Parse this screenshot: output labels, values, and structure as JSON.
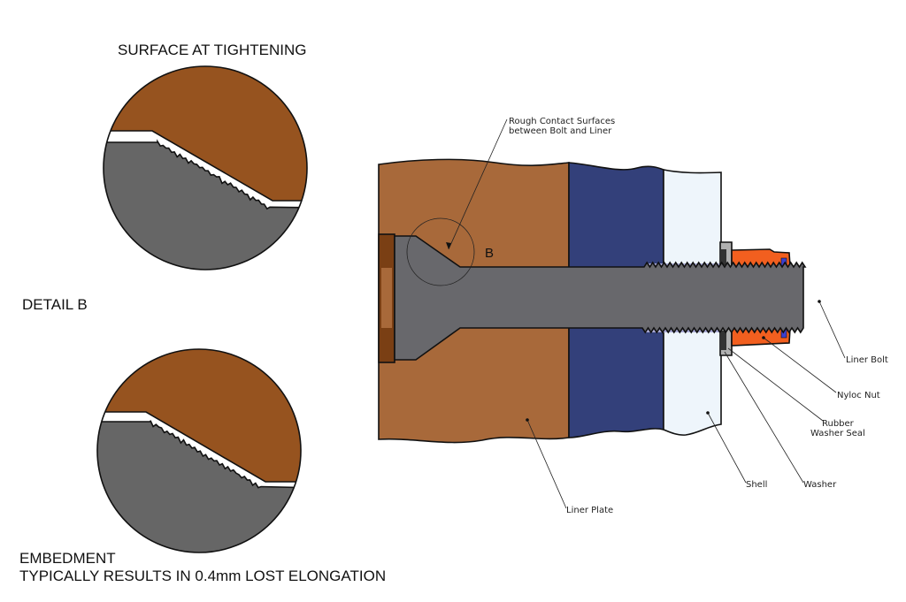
{
  "detail": {
    "title_top": "SURFACE AT TIGHTENING",
    "label": "DETAIL B",
    "title_bottom_line1": "EMBEDMENT",
    "title_bottom_line2": "TYPICALLY RESULTS IN 0.4mm LOST ELONGATION"
  },
  "section": {
    "detail_marker": "B",
    "callouts": {
      "rough_line1": "Rough Contact Surfaces",
      "rough_line2": "between Bolt and Liner",
      "liner_bolt": "Liner Bolt",
      "nyloc_nut": "Nyloc Nut",
      "rubber_line1": "Rubber",
      "rubber_line2": "Washer Seal",
      "shell": "Shell",
      "washer": "Washer",
      "liner_plate": "Liner Plate"
    }
  },
  "colors": {
    "liner": "#a8693a",
    "liner_dark": "#96531f",
    "bolt": "#68686c",
    "blue_layer": "#33407a",
    "shell": "#eef5fb",
    "nut": "#f25f1f",
    "washer": "#b0b0b0",
    "thread_fill": "#a9aad6"
  }
}
